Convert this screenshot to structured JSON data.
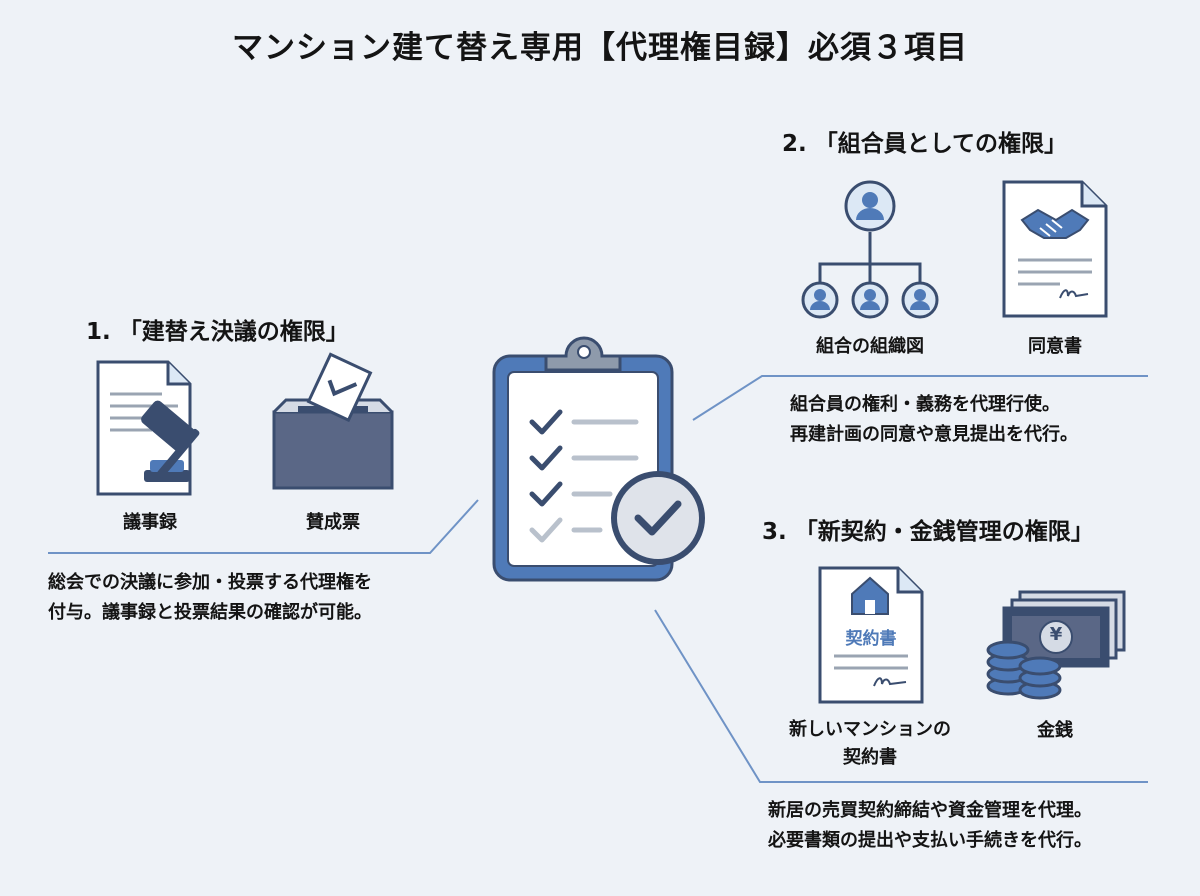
{
  "title": "マンション建て替え専用【代理権目録】必須３項目",
  "sections": [
    {
      "title": "1. 「建替え決議の権限」",
      "icons": [
        {
          "label": "議事録",
          "icon": "minutes-document-gavel-icon"
        },
        {
          "label": "賛成票",
          "icon": "ballot-box-icon"
        }
      ],
      "description": [
        "総会での決議に参加・投票する代理権を",
        "付与。議事録と投票結果の確認が可能。"
      ]
    },
    {
      "title": "2. 「組合員としての権限」",
      "icons": [
        {
          "label": "組合の組織図",
          "icon": "org-chart-icon"
        },
        {
          "label": "同意書",
          "icon": "consent-document-handshake-icon"
        }
      ],
      "description": [
        "組合員の権利・義務を代理行使。",
        "再建計画の同意や意見提出を代行。"
      ]
    },
    {
      "title": "3. 「新契約・金銭管理の権限」",
      "icons": [
        {
          "label": "新しいマンションの",
          "label2": "契約書",
          "icon": "contract-document-house-icon",
          "doc_text": "契約書"
        },
        {
          "label": "金銭",
          "icon": "money-coins-icon",
          "symbol": "¥"
        }
      ],
      "description": [
        "新居の売買契約締結や資金管理を代理。",
        "必要書類の提出や支払い手続きを代行。"
      ]
    }
  ],
  "center_icon": "clipboard-checklist-icon",
  "colors": {
    "navy": "#3a4d6f",
    "blue": "#4f7ab8",
    "light_blue": "#dce8f5",
    "line_blue": "#6f93c6",
    "gray": "#9aa4b2",
    "background": "#eef2f7"
  }
}
